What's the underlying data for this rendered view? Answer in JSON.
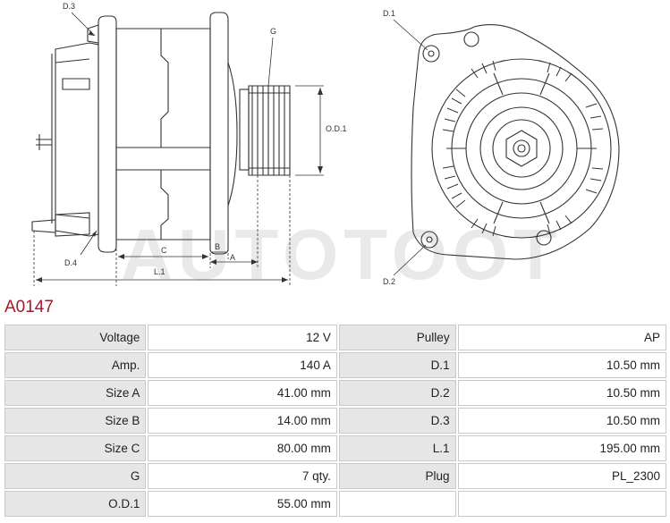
{
  "diagram": {
    "labels": {
      "d3": "D.3",
      "d4": "D.4",
      "d1": "D.1",
      "d2": "D.2",
      "g": "G",
      "od1": "O.D.1",
      "c": "C",
      "b": "B",
      "a": "A",
      "l1": "L.1"
    }
  },
  "watermark": "AUTOTOOT",
  "part_number": "A0147",
  "specs": [
    {
      "label": "Voltage",
      "value": "12 V",
      "label2": "Pulley",
      "value2": "AP"
    },
    {
      "label": "Amp.",
      "value": "140 A",
      "label2": "D.1",
      "value2": "10.50 mm"
    },
    {
      "label": "Size A",
      "value": "41.00 mm",
      "label2": "D.2",
      "value2": "10.50 mm"
    },
    {
      "label": "Size B",
      "value": "14.00 mm",
      "label2": "D.3",
      "value2": "10.50 mm"
    },
    {
      "label": "Size C",
      "value": "80.00 mm",
      "label2": "L.1",
      "value2": "195.00 mm"
    },
    {
      "label": "G",
      "value": "7 qty.",
      "label2": "Plug",
      "value2": "PL_2300"
    },
    {
      "label": "O.D.1",
      "value": "55.00 mm",
      "label2": "",
      "value2": ""
    }
  ]
}
